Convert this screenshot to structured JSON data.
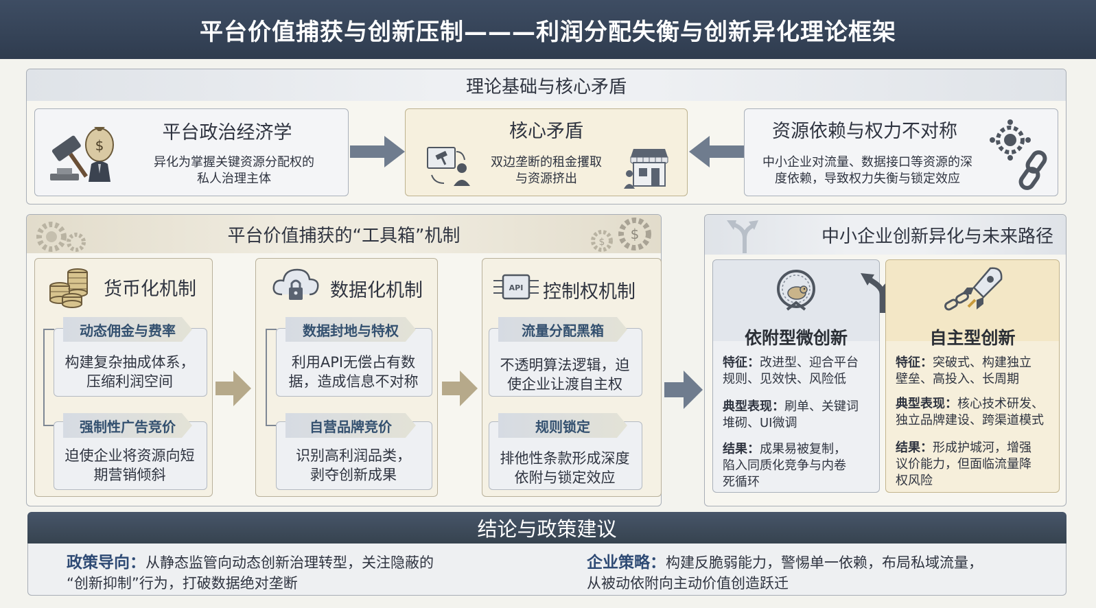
{
  "title": "平台价值捕获与创新压制———利润分配失衡与创新异化理论框架",
  "section1": {
    "header": "理论基础与核心矛盾",
    "left": {
      "title": "平台政治经济学",
      "text_line1": "异化为掌握关键资源分配权的",
      "text_line2": "私人治理主体",
      "icon": "gavel-money-bag-icon"
    },
    "center": {
      "title": "核心矛盾",
      "text_line1": "双边垄断的租金攫取",
      "text_line2": "与资源挤出",
      "icons": [
        "auction-laptop-icon",
        "storefront-icon"
      ]
    },
    "right": {
      "title": "资源依赖与权力不对称",
      "text_line1": "中小企业对流量、数据接口等资源的深",
      "text_line2": "度依赖，导致权力失衡与锁定效应",
      "icons": [
        "network-gear-icon",
        "chain-link-icon"
      ]
    }
  },
  "section2": {
    "header": "平台价值捕获的“工具箱”机制",
    "mechanisms": [
      {
        "title": "货币化机制",
        "icon": "coin-stack-icon",
        "items": [
          {
            "tag": "动态佣金与费率",
            "line1": "构建复杂抽成体系，",
            "line2": "压缩利润空间"
          },
          {
            "tag": "强制性广告竞价",
            "line1": "迫使企业将资源向短",
            "line2": "期营销倾斜"
          }
        ]
      },
      {
        "title": "数据化机制",
        "icon": "cloud-lock-icon",
        "items": [
          {
            "tag": "数据封地与特权",
            "line1": "利用API无偿占有数",
            "line2": "据，造成信息不对称"
          },
          {
            "tag": "自营品牌竞价",
            "line1": "识别高利润品类，",
            "line2": "剥夺创新成果"
          }
        ]
      },
      {
        "title": "控制权机制",
        "icon": "api-chip-icon",
        "icon_text": "API",
        "items": [
          {
            "tag": "流量分配黑箱",
            "line1": "不透明算法逻辑，迫",
            "line2": "使企业让渡自主权"
          },
          {
            "tag": "规则锁定",
            "line1": "排他性条款形成深度",
            "line2": "依附与锁定效应"
          }
        ]
      }
    ]
  },
  "section3": {
    "header": "中小企业创新异化与未来路径",
    "paths": [
      {
        "title": "依附型微创新",
        "icon": "hamster-wheel-icon",
        "feature_label": "特征：",
        "feature_line1": "改进型、迎合平台",
        "feature_line2": "规则、见效快、风险低",
        "typical_label": "典型表现：",
        "typical_line1": "刷单、关键词",
        "typical_line2": "堆砌、UI微调",
        "result_label": "结果：",
        "result_line1": "成果易被复制，",
        "result_line2": "陷入同质化竞争与内卷",
        "result_line3": "死循环"
      },
      {
        "title": "自主型创新",
        "icon": "rocket-broken-chain-icon",
        "feature_label": "特征：",
        "feature_line1": "突破式、构建独立",
        "feature_line2": "壁垒、高投入、长周期",
        "typical_label": "典型表现：",
        "typical_line1": "核心技术研发、",
        "typical_line2": "独立品牌建设、跨渠道模式",
        "result_label": "结果：",
        "result_line1": "形成护城河，增强",
        "result_line2": "议价能力，但面临流量降",
        "result_line3": "权风险"
      }
    ]
  },
  "conclusion": {
    "header": "结论与政策建议",
    "policy_label": "政策导向：",
    "policy_line1": "从静态监管向动态创新治理转型，关注隐蔽的",
    "policy_line2": "“创新抑制”行为，打破数据绝对垄断",
    "enterprise_label": "企业策略：",
    "enterprise_line1": "构建反脆弱能力，警惕单一依赖，布局私域流量，",
    "enterprise_line2": "从被动依附向主动价值创造跃迁"
  }
}
